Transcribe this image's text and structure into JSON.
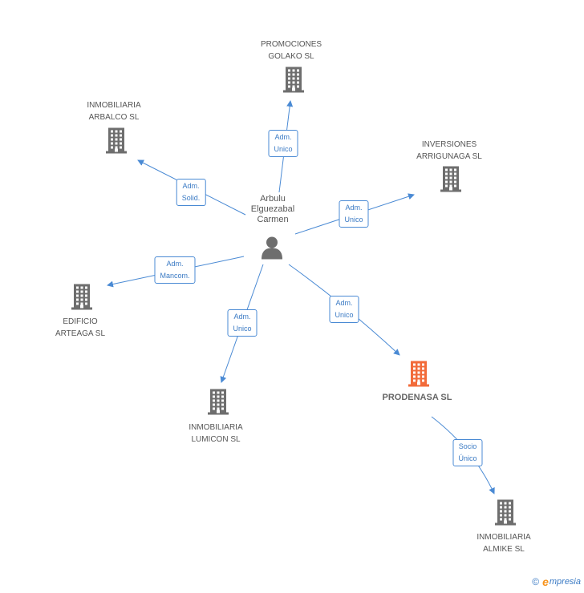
{
  "person": {
    "name_lines": [
      "Arbulu",
      "Elguezabal",
      "Carmen"
    ],
    "icon": "person-icon",
    "color": "#6e6e6e"
  },
  "companies": [
    {
      "id": "promociones",
      "lines": [
        "PROMOCIONES",
        "GOLAKO SL"
      ],
      "icon": "building-icon",
      "highlight": false
    },
    {
      "id": "arbalco",
      "lines": [
        "INMOBILIARIA",
        "ARBALCO SL"
      ],
      "icon": "building-icon",
      "highlight": false
    },
    {
      "id": "arrigunaga",
      "lines": [
        "INVERSIONES",
        "ARRIGUNAGA SL"
      ],
      "icon": "building-icon",
      "highlight": false
    },
    {
      "id": "arteaga",
      "lines": [
        "EDIFICIO",
        "ARTEAGA SL"
      ],
      "icon": "building-icon",
      "highlight": false
    },
    {
      "id": "lumicon",
      "lines": [
        "INMOBILIARIA",
        "LUMICON SL"
      ],
      "icon": "building-icon",
      "highlight": false
    },
    {
      "id": "prodenasa",
      "lines": [
        "PRODENASA SL"
      ],
      "icon": "building-icon",
      "highlight": true
    },
    {
      "id": "almike",
      "lines": [
        "INMOBILIARIA",
        "ALMIKE SL"
      ],
      "icon": "building-icon",
      "highlight": false
    }
  ],
  "edges": [
    {
      "to": "promociones",
      "lines": [
        "Adm.",
        "Unico"
      ]
    },
    {
      "to": "arbalco",
      "lines": [
        "Adm.",
        "Solid."
      ]
    },
    {
      "to": "arrigunaga",
      "lines": [
        "Adm.",
        "Unico"
      ]
    },
    {
      "to": "arteaga",
      "lines": [
        "Adm.",
        "Mancom."
      ]
    },
    {
      "to": "lumicon",
      "lines": [
        "Adm.",
        "Unico"
      ]
    },
    {
      "to": "prodenasa",
      "lines": [
        "Adm.",
        "Unico"
      ]
    },
    {
      "from": "prodenasa",
      "to": "almike",
      "lines": [
        "Socio",
        "Único"
      ]
    }
  ],
  "colors": {
    "building": "#6e6e6e",
    "highlight": "#f26b3a",
    "edge": "#4a8ad4"
  },
  "footer": {
    "copyright": "©",
    "brand_first": "e",
    "brand_rest": "mpresia"
  }
}
